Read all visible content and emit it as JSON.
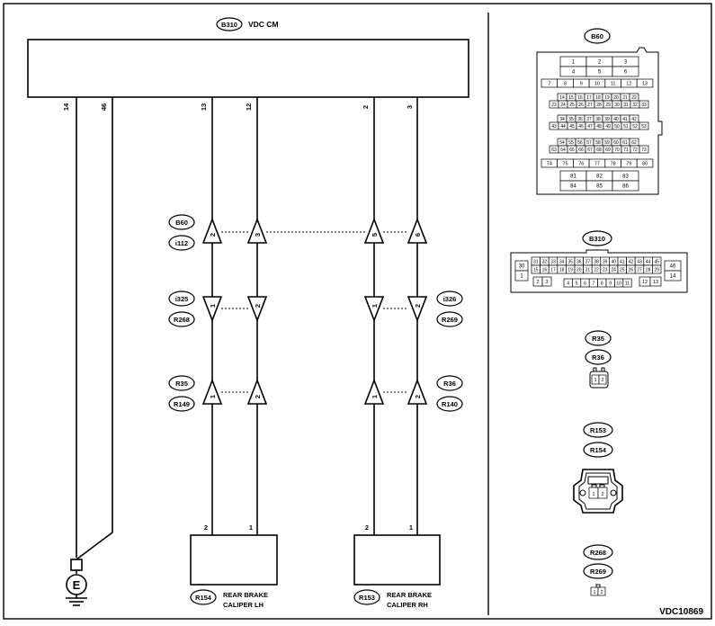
{
  "title": {
    "connector": "B310",
    "name": "VDC CM"
  },
  "module_pins": [
    "14",
    "46",
    "13",
    "12",
    "2",
    "3"
  ],
  "connector_groups": [
    {
      "upper": "B60",
      "lower": "i112",
      "pins": [
        "2",
        "3",
        "5",
        "6"
      ]
    },
    {
      "left_upper": "i325",
      "left_lower": "R268",
      "right_upper": "i326",
      "right_lower": "R269",
      "pins": [
        "1",
        "2",
        "1",
        "2"
      ]
    },
    {
      "left_upper": "R35",
      "left_lower": "R149",
      "right_upper": "R36",
      "right_lower": "R140",
      "pins": [
        "1",
        "2",
        "1",
        "2"
      ]
    }
  ],
  "ground_label": "E",
  "calipers": [
    {
      "connector": "R154",
      "line1": "REAR BRAKE",
      "line2": "CALIPER LH",
      "pins": [
        "2",
        "1"
      ]
    },
    {
      "connector": "R153",
      "line1": "REAR BRAKE",
      "line2": "CALIPER RH",
      "pins": [
        "2",
        "1"
      ]
    }
  ],
  "b60_face": {
    "label": "B60",
    "rows": [
      [
        "1",
        "2",
        "3"
      ],
      [
        "4",
        "5",
        "6"
      ],
      [
        "7",
        "8",
        "9",
        "10",
        "11",
        "12",
        "13"
      ],
      [
        "14",
        "15",
        "16",
        "17",
        "18",
        "19",
        "20",
        "21",
        "22"
      ],
      [
        "23",
        "24",
        "25",
        "26",
        "27",
        "28",
        "29",
        "30",
        "31",
        "32",
        "33"
      ],
      [
        "34",
        "35",
        "36",
        "37",
        "38",
        "39",
        "40",
        "41",
        "42"
      ],
      [
        "43",
        "44",
        "45",
        "46",
        "47",
        "48",
        "49",
        "50",
        "51",
        "52",
        "53"
      ],
      [
        "54",
        "55",
        "56",
        "57",
        "58",
        "59",
        "60",
        "61",
        "62"
      ],
      [
        "63",
        "64",
        "65",
        "66",
        "67",
        "68",
        "69",
        "70",
        "71",
        "72",
        "73"
      ],
      [
        "74",
        "75",
        "76",
        "77",
        "78",
        "79",
        "80"
      ],
      [
        "81",
        "82",
        "83"
      ],
      [
        "84",
        "85",
        "86"
      ]
    ]
  },
  "b310_face": {
    "label": "B310",
    "left": [
      "30",
      "1"
    ],
    "right": [
      "46",
      "14"
    ],
    "row1": [
      "31",
      "32",
      "33",
      "34",
      "35",
      "36",
      "37",
      "38",
      "39",
      "40",
      "41",
      "42",
      "43",
      "44",
      "45"
    ],
    "row2": [
      "15",
      "16",
      "17",
      "18",
      "19",
      "20",
      "21",
      "22",
      "23",
      "24",
      "25",
      "26",
      "27",
      "28",
      "29"
    ],
    "row3a": [
      "2",
      "3"
    ],
    "row3b": [
      "4",
      "5",
      "6",
      "7",
      "8",
      "9",
      "10",
      "11"
    ],
    "row3c": [
      "12",
      "13"
    ]
  },
  "small_faces": [
    {
      "labels": [
        "R35",
        "R36"
      ],
      "pins": [
        "1",
        "2"
      ]
    },
    {
      "labels": [
        "R153",
        "R154"
      ],
      "pins": [
        "1",
        "2"
      ]
    },
    {
      "labels": [
        "R268",
        "R269"
      ],
      "pins": [
        "1",
        "2"
      ]
    }
  ],
  "figure_id": "VDC10869"
}
